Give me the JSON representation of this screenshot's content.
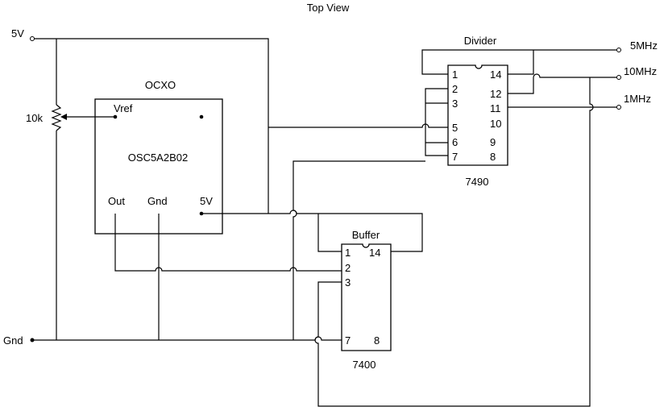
{
  "title": "Top View",
  "nets": {
    "vcc": "5V",
    "ground": "Gnd",
    "out_5mhz": "5MHz",
    "out_10mhz": "10MHz",
    "out_1mhz": "1MHz"
  },
  "pot": {
    "value": "10k"
  },
  "ocxo": {
    "title": "OCXO",
    "part": "OSC5A2B02",
    "pins": {
      "vref": "Vref",
      "out": "Out",
      "gnd": "Gnd",
      "vcc": "5V"
    }
  },
  "divider": {
    "title": "Divider",
    "part": "7490",
    "pins": [
      "1",
      "2",
      "3",
      "5",
      "6",
      "7",
      "14",
      "12",
      "11",
      "10",
      "9",
      "8"
    ]
  },
  "buffer": {
    "title": "Buffer",
    "part": "7400",
    "pins": [
      "1",
      "2",
      "3",
      "7",
      "14",
      "8"
    ]
  },
  "colors": {
    "ink": "#000000",
    "background": "#ffffff"
  }
}
